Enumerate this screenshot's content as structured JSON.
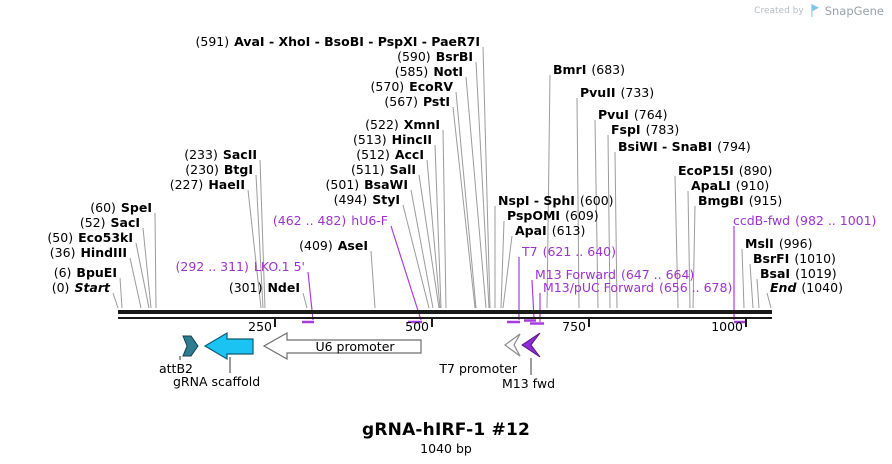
{
  "watermark": {
    "prefix": "Created by",
    "brand": "SnapGene"
  },
  "axis": {
    "ticks": {
      "t250": "250",
      "t500": "500",
      "t750": "750",
      "t1000": "1000"
    }
  },
  "sites": {
    "multi591": {
      "pos": "(591)",
      "name": "AvaI - XhoI - BsoBI - PspXI - PaeR7I"
    },
    "bsrbi": {
      "pos": "(590)",
      "name": "BsrBI"
    },
    "noti": {
      "pos": "(585)",
      "name": "NotI"
    },
    "ecorv": {
      "pos": "(570)",
      "name": "EcoRV"
    },
    "psti": {
      "pos": "(567)",
      "name": "PstI"
    },
    "xmni": {
      "pos": "(522)",
      "name": "XmnI"
    },
    "hincii": {
      "pos": "(513)",
      "name": "HincII"
    },
    "acci": {
      "pos": "(512)",
      "name": "AccI"
    },
    "sali": {
      "pos": "(511)",
      "name": "SalI"
    },
    "bsawi": {
      "pos": "(501)",
      "name": "BsaWI"
    },
    "styi": {
      "pos": "(494)",
      "name": "StyI"
    },
    "sacii": {
      "pos": "(233)",
      "name": "SacII"
    },
    "btgi": {
      "pos": "(230)",
      "name": "BtgI"
    },
    "haeii": {
      "pos": "(227)",
      "name": "HaeII"
    },
    "spei": {
      "pos": "(60)",
      "name": "SpeI"
    },
    "saci": {
      "pos": "(52)",
      "name": "SacI"
    },
    "eco53ki": {
      "pos": "(50)",
      "name": "Eco53kI"
    },
    "hindiii": {
      "pos": "(36)",
      "name": "HindIII"
    },
    "bpuei": {
      "pos": "(6)",
      "name": "BpuEI"
    },
    "start": {
      "pos": "(0)",
      "name": "Start"
    },
    "asei": {
      "pos": "(409)",
      "name": "AseI"
    },
    "ndei": {
      "pos": "(301)",
      "name": "NdeI"
    },
    "nspi_sphi": {
      "pos": "(600)",
      "name": "NspI - SphI"
    },
    "pspomi": {
      "pos": "(609)",
      "name": "PspOMI"
    },
    "apai": {
      "pos": "(613)",
      "name": "ApaI"
    },
    "bmri": {
      "pos": "(683)",
      "name": "BmrI"
    },
    "pvuii": {
      "pos": "(733)",
      "name": "PvuII"
    },
    "pvui": {
      "pos": "(764)",
      "name": "PvuI"
    },
    "fspi": {
      "pos": "(783)",
      "name": "FspI"
    },
    "bsiwi_snabi": {
      "pos": "(794)",
      "name": "BsiWI - SnaBI"
    },
    "ecop15i": {
      "pos": "(890)",
      "name": "EcoP15I"
    },
    "apali": {
      "pos": "(910)",
      "name": "ApaLI"
    },
    "bmgbi": {
      "pos": "(915)",
      "name": "BmgBI"
    },
    "msli": {
      "pos": "(996)",
      "name": "MslI"
    },
    "bsrfi": {
      "pos": "(1010)",
      "name": "BsrFI"
    },
    "bsai": {
      "pos": "(1019)",
      "name": "BsaI"
    },
    "end": {
      "pos": "(1040)",
      "name": "End"
    }
  },
  "primers": {
    "hu6f": {
      "range": "(462 .. 482)",
      "name": "hU6-F"
    },
    "lko15": {
      "range": "(292 .. 311)",
      "name": "LKO.1 5'"
    },
    "t7": {
      "range": "(621 .. 640)",
      "name": "T7"
    },
    "m13f": {
      "range": "(647 .. 664)",
      "name": "M13 Forward"
    },
    "m13puc": {
      "range": "(656 .. 678)",
      "name": "M13/pUC Forward"
    },
    "ccdb": {
      "range": "(982 .. 1001)",
      "name": "ccdB-fwd"
    }
  },
  "features": {
    "attb2": "attB2",
    "grna_scaffold": "gRNA scaffold",
    "u6_promoter": "U6 promoter",
    "t7_promoter": "T7 promoter",
    "m13_fwd": "M13 fwd"
  },
  "footer": {
    "title": "gRNA-hIRF-1 #12",
    "subtitle": "1040 bp"
  },
  "colors": {
    "primer_purple": "#9c33cf",
    "leader_gray": "#9b9b9b",
    "attb2_teal": "#2e7c90",
    "scaffold_cyan": "#1ac3f2",
    "m13_purple": "#8d2bd6"
  }
}
